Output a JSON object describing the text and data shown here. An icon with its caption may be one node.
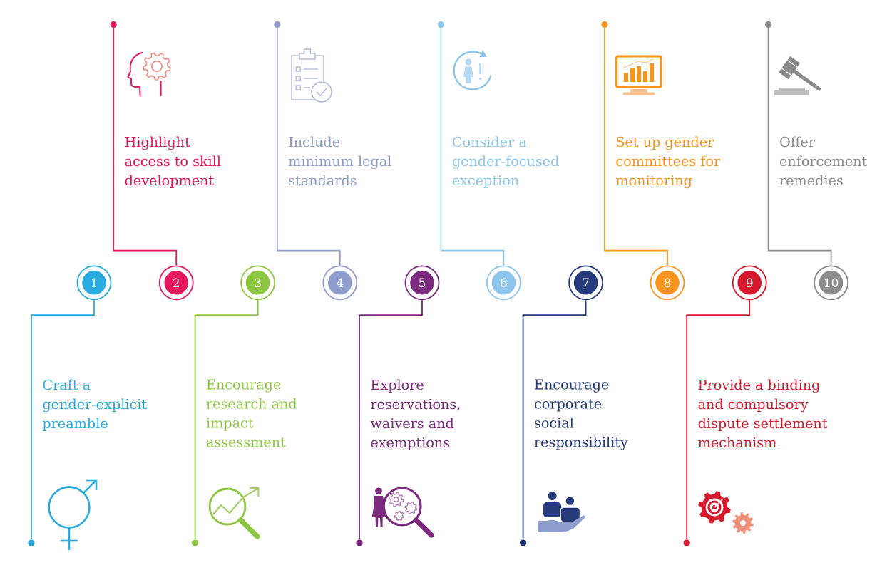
{
  "diagram": {
    "nodes": [
      {
        "text": [
          "1"
        ]
      },
      {
        "text": [
          "2"
        ]
      },
      {
        "text": [
          "3"
        ]
      },
      {
        "text": [
          "4"
        ]
      },
      {
        "text": [
          "5"
        ]
      },
      {
        "text": [
          "6"
        ]
      },
      {
        "text": [
          "7"
        ]
      },
      {
        "text": [
          "8"
        ]
      },
      {
        "text": [
          "9"
        ]
      },
      {
        "text": [
          "10"
        ]
      },
      {
        "text": [],
        "shape": "circle"
      },
      {
        "text": [],
        "shape": "circle"
      },
      {
        "text": [],
        "shape": "circle"
      },
      {
        "text": [],
        "shape": "circle"
      },
      {
        "text": [],
        "shape": "circle"
      },
      {
        "text": [],
        "shape": "circle"
      },
      {
        "text": [],
        "shape": "circle"
      },
      {
        "text": [],
        "shape": "circle"
      },
      {
        "text": [],
        "shape": "circle"
      },
      {
        "text": [],
        "shape": "circle"
      }
    ],
    "edges": [
      {
        "from": 0,
        "to": 10,
        "arrow": "none",
        "color": "#29abe2"
      },
      {
        "from": 1,
        "to": 11,
        "arrow": "none",
        "color": "#e5185d"
      },
      {
        "from": 2,
        "to": 12,
        "arrow": "none",
        "color": "#8dc63f"
      },
      {
        "from": 3,
        "to": 13,
        "arrow": "none",
        "color": "#8e9dcc"
      },
      {
        "from": 4,
        "to": 14,
        "arrow": "none",
        "color": "#7b2a7e"
      },
      {
        "from": 5,
        "to": 15,
        "arrow": "none",
        "color": "#8ec5ec"
      },
      {
        "from": 6,
        "to": 16,
        "arrow": "none",
        "color": "#243a7a"
      },
      {
        "from": 7,
        "to": 17,
        "arrow": "none",
        "color": "#f7941d"
      },
      {
        "from": 8,
        "to": 18,
        "arrow": "none",
        "color": "#d7192d"
      },
      {
        "from": 9,
        "to": 19,
        "arrow": "none",
        "color": "#8c8c8c"
      }
    ],
    "labels": [
      "Highlight access to skill development",
      "Include minimum legal standards",
      "Consider a gender-focused exception",
      "Set up gender committees for monitoring",
      "Offer enforcement remedies",
      "Craft a gender-explicit preamble",
      "Encourage research and impact assessment",
      "Explore reservations, waivers and exemptions",
      "Encourage corporate social responsibility",
      "Provide a binding and compulsory dispute settlement mechanism"
    ]
  }
}
